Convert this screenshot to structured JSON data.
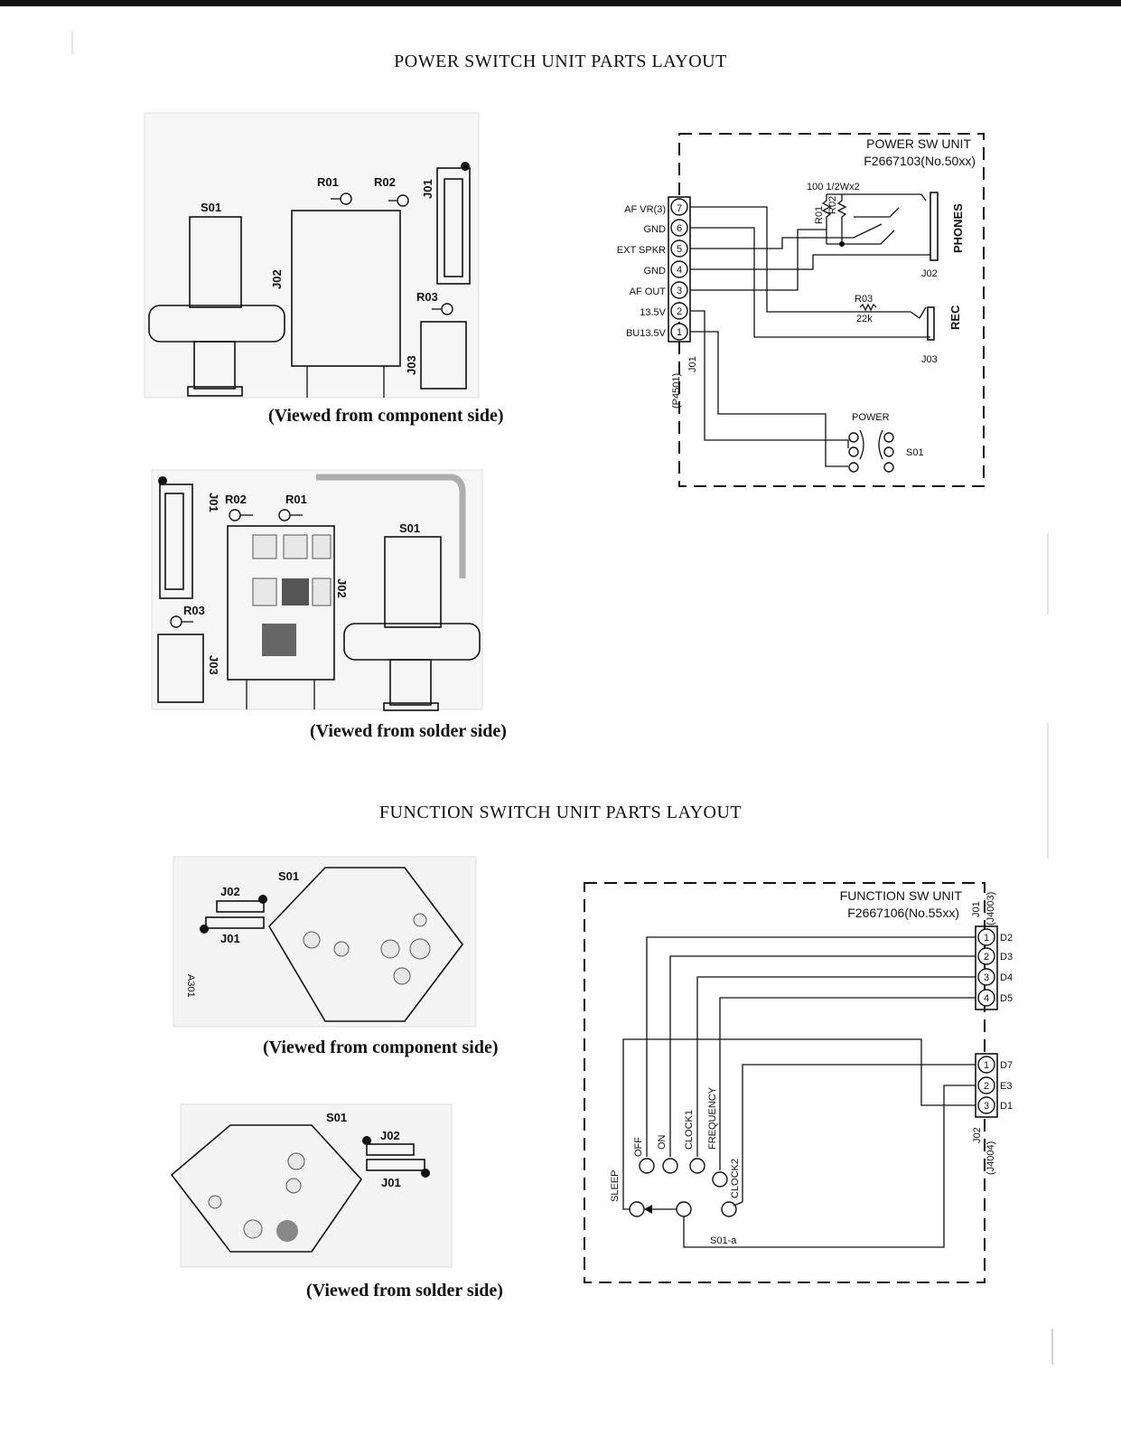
{
  "power_section": {
    "title": "POWER SWITCH UNIT PARTS LAYOUT",
    "component_side_caption": "(Viewed from component side)",
    "solder_side_caption": "(Viewed from solder side)",
    "component_labels": {
      "s01": "S01",
      "r01": "R01",
      "r02": "R02",
      "j01": "J01",
      "j02": "J02",
      "r03": "R03",
      "j03": "J03"
    },
    "solder_labels": {
      "j01": "J01",
      "r02": "R02",
      "r01": "R01",
      "s01": "S01",
      "j02": "J02",
      "r03": "R03",
      "j03": "J03"
    },
    "schematic": {
      "unit_name": "POWER SW UNIT",
      "unit_code": "F2667103(No.50xx)",
      "connector_ref": "J01",
      "connector_alt": "(P4501)",
      "pins": [
        {
          "num": "7",
          "label": "AF VR(3)"
        },
        {
          "num": "6",
          "label": "GND"
        },
        {
          "num": "5",
          "label": "EXT SPKR"
        },
        {
          "num": "4",
          "label": "GND"
        },
        {
          "num": "3",
          "label": "AF OUT"
        },
        {
          "num": "2",
          "label": "13.5V"
        },
        {
          "num": "1",
          "label": "BU13.5V"
        }
      ],
      "resistor_spec": "100 1/2Wx2",
      "r01": "R01",
      "r02": "R02",
      "phones_label": "PHONES",
      "j02": "J02",
      "r03": "R03",
      "r03_value": "22k",
      "rec_label": "REC",
      "j03": "J03",
      "power_label": "POWER",
      "s01": "S01"
    }
  },
  "function_section": {
    "title": "FUNCTION SWITCH UNIT PARTS LAYOUT",
    "component_side_caption": "(Viewed from component side)",
    "solder_side_caption": "(Viewed from solder side)",
    "component_labels": {
      "s01": "S01",
      "j02": "J02",
      "j01": "J01",
      "board": "A301"
    },
    "solder_labels": {
      "s01": "S01",
      "j02": "J02",
      "j01": "J01"
    },
    "schematic": {
      "unit_name": "FUNCTION SW UNIT",
      "unit_code": "F2667106(No.55xx)",
      "j01_ref": "J01",
      "j01_alt": "(J4003)",
      "j01_pins": [
        {
          "num": "1",
          "label": "D2"
        },
        {
          "num": "2",
          "label": "D3"
        },
        {
          "num": "3",
          "label": "D4"
        },
        {
          "num": "4",
          "label": "D5"
        }
      ],
      "j02_ref": "J02",
      "j02_alt": "(J4004)",
      "j02_pins": [
        {
          "num": "1",
          "label": "D7"
        },
        {
          "num": "2",
          "label": "E3"
        },
        {
          "num": "3",
          "label": "D1"
        }
      ],
      "switch_positions": [
        "SLEEP",
        "OFF",
        "ON",
        "CLOCK1",
        "FREQUENCY",
        "CLOCK2"
      ],
      "switch_ref": "S01-a"
    }
  }
}
